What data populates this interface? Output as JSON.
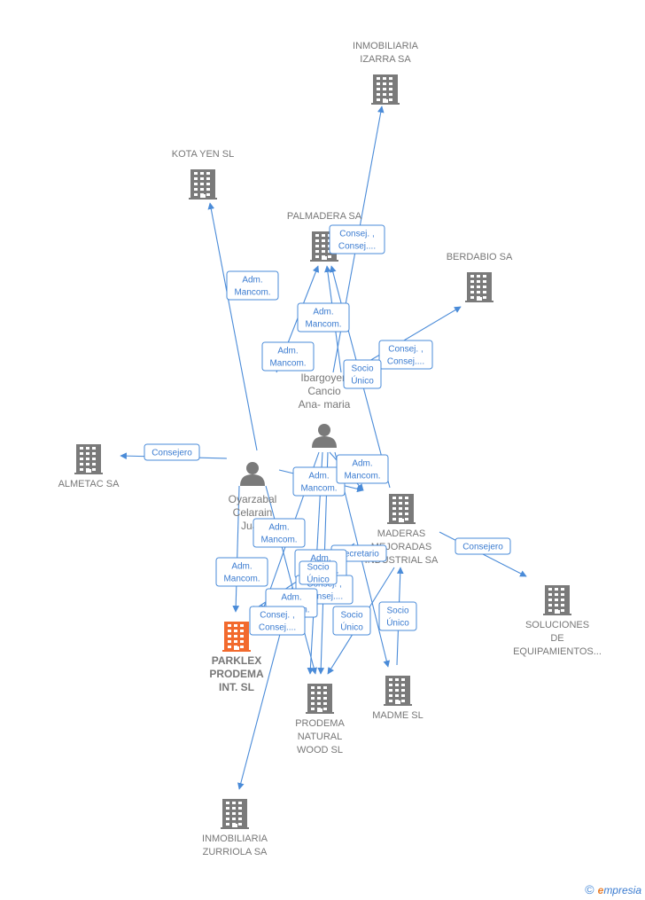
{
  "colors": {
    "company": "#7a7a7a",
    "focus_company": "#f26a2e",
    "person": "#7a7a7a",
    "edge": "#4a8bd8"
  },
  "nodes": [
    {
      "id": "inmobiliaria_izarra",
      "type": "company",
      "label": [
        "INMOBILIARIA",
        "IZARRA SA"
      ],
      "label_pos": "above"
    },
    {
      "id": "kota_yen",
      "type": "company",
      "label": [
        "KOTA YEN  SL"
      ],
      "label_pos": "above"
    },
    {
      "id": "palmadera",
      "type": "company",
      "label": [
        "PALMADERA SA"
      ],
      "label_pos": "above"
    },
    {
      "id": "berdabio",
      "type": "company",
      "label": [
        "BERDABIO SA"
      ],
      "label_pos": "above"
    },
    {
      "id": "ibargoyen",
      "type": "person",
      "label": [
        "Ibargoyen",
        "Cancio",
        "Ana- maria"
      ],
      "label_pos": "above"
    },
    {
      "id": "almetac",
      "type": "company",
      "label": [
        "ALMETAC SA"
      ],
      "label_pos": "below"
    },
    {
      "id": "oyarzabal",
      "type": "person",
      "label": [
        "Oyarzabal",
        "Celarain",
        "Juan"
      ],
      "label_pos": "below"
    },
    {
      "id": "maderas_mejoradas",
      "type": "company",
      "label": [
        "MADERAS",
        "MEJORADAS",
        "INDUSTRIAL SA"
      ],
      "label_pos": "below"
    },
    {
      "id": "soluciones",
      "type": "company",
      "label": [
        "SOLUCIONES",
        "DE",
        "EQUIPAMIENTOS..."
      ],
      "label_pos": "below"
    },
    {
      "id": "parklex",
      "type": "focus",
      "label": [
        "PARKLEX",
        "PRODEMA",
        "INT.   SL"
      ],
      "label_pos": "below"
    },
    {
      "id": "prodema_natural",
      "type": "company",
      "label": [
        "PRODEMA",
        "NATURAL",
        "WOOD  SL"
      ],
      "label_pos": "below"
    },
    {
      "id": "madme",
      "type": "company",
      "label": [
        "MADME SL"
      ],
      "label_pos": "below"
    },
    {
      "id": "inmobiliaria_zurriola",
      "type": "company",
      "label": [
        "INMOBILIARIA",
        "ZURRIOLA SA"
      ],
      "label_pos": "below"
    }
  ],
  "relations": [
    {
      "lines": [
        "Consej. ,",
        "Consej...."
      ]
    },
    {
      "lines": [
        "Adm.",
        "Mancom."
      ]
    },
    {
      "lines": [
        "Adm.",
        "Mancom."
      ]
    },
    {
      "lines": [
        "Adm.",
        "Mancom."
      ]
    },
    {
      "lines": [
        "Consej. ,",
        "Consej...."
      ]
    },
    {
      "lines": [
        "Socio",
        "Único"
      ]
    },
    {
      "lines": [
        "Consejero"
      ]
    },
    {
      "lines": [
        "Adm.",
        "Mancom."
      ]
    },
    {
      "lines": [
        "Adm.",
        "Mancom."
      ]
    },
    {
      "lines": [
        "Adm.",
        "Mancom."
      ]
    },
    {
      "lines": [
        "Consejero"
      ]
    },
    {
      "lines": [
        "Secretario"
      ]
    },
    {
      "lines": [
        "Adm.",
        "Mancom."
      ]
    },
    {
      "lines": [
        "Consej. ,",
        "Consej...."
      ]
    },
    {
      "lines": [
        "Socio",
        "Único"
      ]
    },
    {
      "lines": [
        "Adm.",
        "Mancom."
      ]
    },
    {
      "lines": [
        "Adm.",
        "Mancom."
      ]
    },
    {
      "lines": [
        "Consej. ,",
        "Consej...."
      ]
    },
    {
      "lines": [
        "Socio",
        "Único"
      ]
    },
    {
      "lines": [
        "Socio",
        "Único"
      ]
    }
  ],
  "footer": {
    "copyright": "©",
    "brand_initial": "e",
    "brand_rest": "mpresia"
  }
}
